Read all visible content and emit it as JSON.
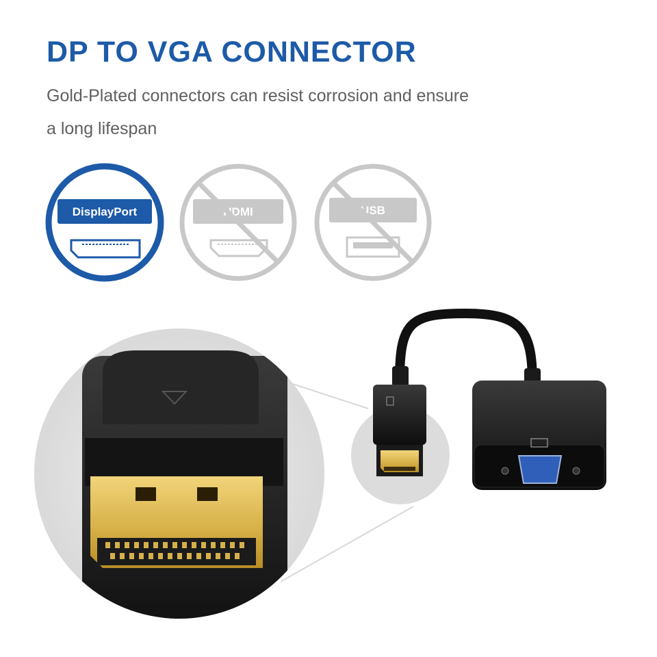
{
  "heading": {
    "title": "DP TO VGA CONNECTOR",
    "subtitle": "Gold-Plated connectors can resist corrosion and ensure a long lifespan"
  },
  "ports": [
    {
      "label": "DisplayPort",
      "supported": true
    },
    {
      "label": "HDMI",
      "supported": false
    },
    {
      "label": "USB",
      "supported": false
    }
  ],
  "colors": {
    "accent": "#1d5aa8",
    "disabled": "#c8c8c8",
    "gold": "#d8b24a"
  },
  "icons": {
    "displayport": "displayport-port-icon",
    "hdmi": "hdmi-port-icon",
    "usb": "usb-port-icon",
    "slash": "not-allowed-slash-icon"
  }
}
